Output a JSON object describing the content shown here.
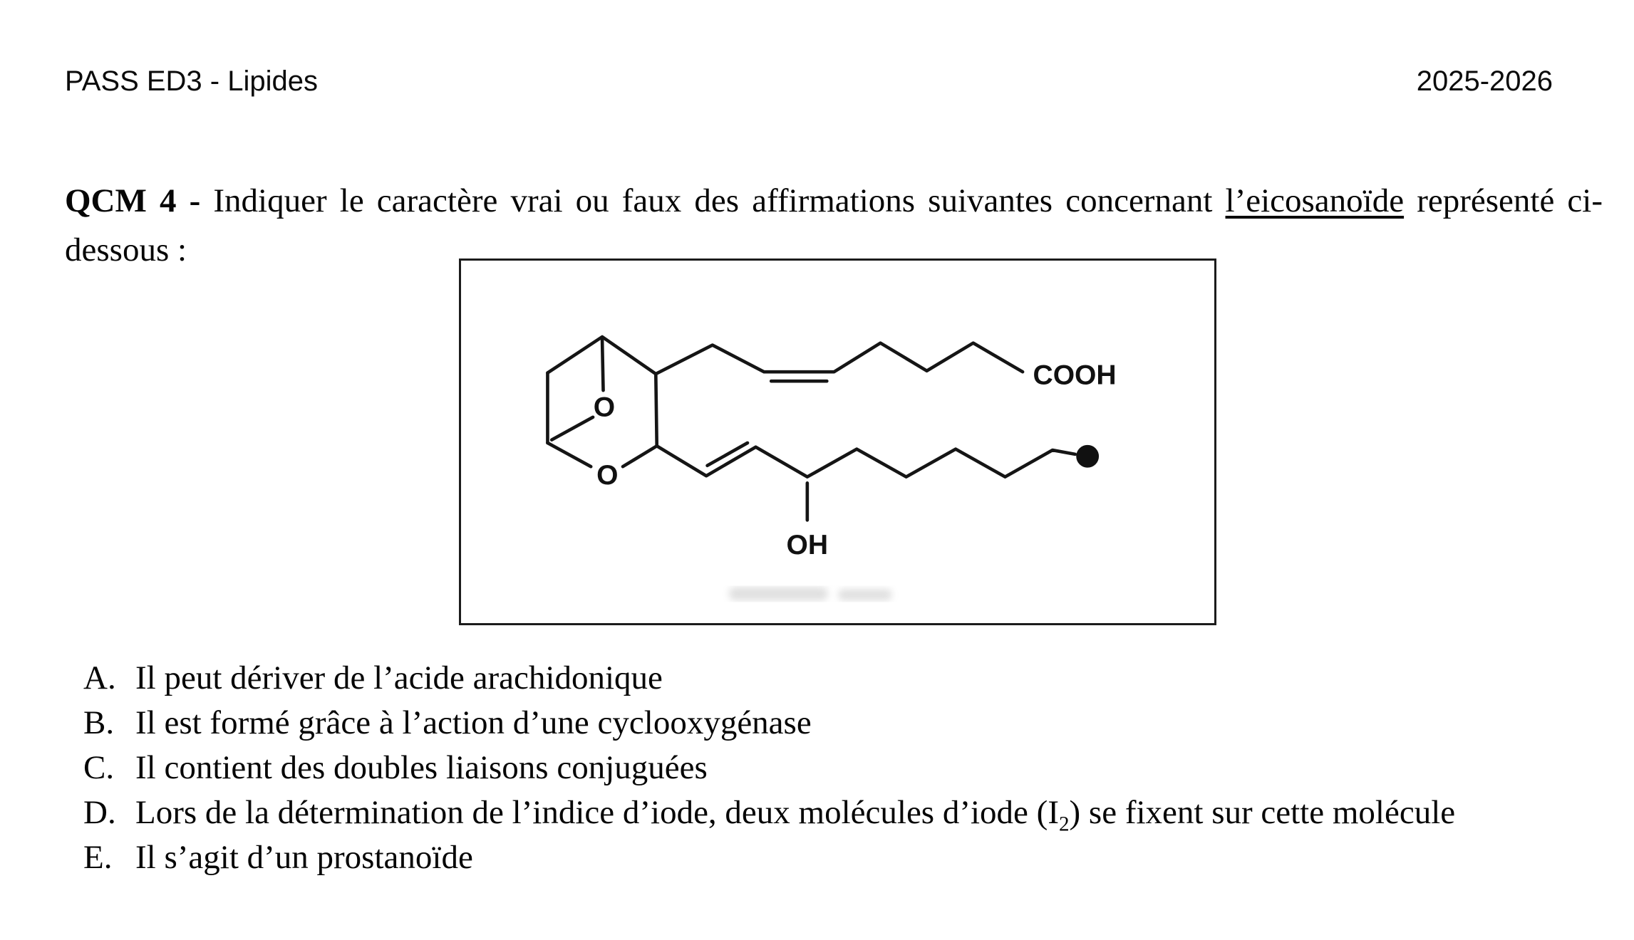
{
  "colors": {
    "ink": "#111111",
    "paper": "#ffffff"
  },
  "header": {
    "course": "PASS ED3 - Lipides",
    "year": "2025-2026"
  },
  "question": {
    "number_label": "QCM 4 - ",
    "intro": "Indiquer le caractère vrai ou faux des affirmations suivantes concernant ",
    "underlined_term": "l’eicosanoïde",
    "outro": " représenté ci-dessous :"
  },
  "structure": {
    "cooh": "COOH",
    "oh": "OH",
    "o_top": "O",
    "o_bottom": "O"
  },
  "options": [
    {
      "letter": "A.",
      "text": "Il peut dériver de l’acide arachidonique"
    },
    {
      "letter": "B.",
      "text": "Il est formé grâce à l’action d’une cyclooxygénase"
    },
    {
      "letter": "C.",
      "text": "Il contient des doubles liaisons conjuguées"
    },
    {
      "letter": "D.",
      "text_before_sub": "Lors de la détermination de l’indice d’iode, deux molécules d’iode (I",
      "sub": "2",
      "text_after_sub": ") se fixent sur cette molécule"
    },
    {
      "letter": "E.",
      "text": "Il s’agit d’un prostanoïde"
    }
  ]
}
